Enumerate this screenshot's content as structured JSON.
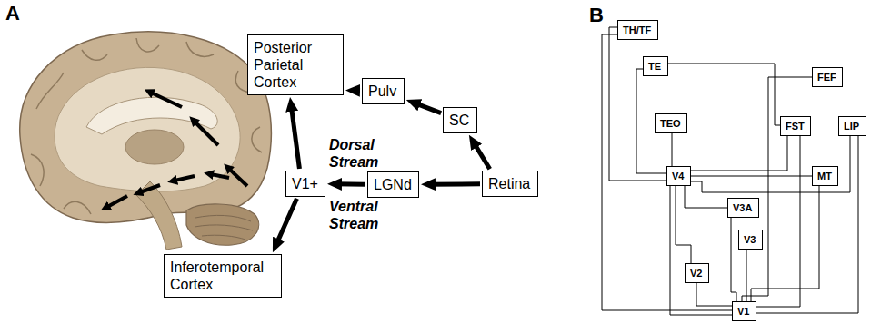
{
  "diagram": {
    "nodes": [
      {
        "text": [
          "Posterior Parietal Cortex"
        ]
      },
      {
        "text": [
          "Pulv"
        ]
      },
      {
        "text": [
          "SC"
        ]
      },
      {
        "text": [
          "V1+"
        ]
      },
      {
        "text": [
          "LGNd"
        ]
      },
      {
        "text": [
          "Retina"
        ]
      },
      {
        "text": [
          "Inferotemporal Cortex"
        ]
      },
      {
        "text": [
          "TH/TF"
        ]
      },
      {
        "text": [
          "TE"
        ]
      },
      {
        "text": [
          "FEF"
        ]
      },
      {
        "text": [
          "TEO"
        ]
      },
      {
        "text": [
          "FST"
        ]
      },
      {
        "text": [
          "LIP"
        ]
      },
      {
        "text": [
          "V4"
        ]
      },
      {
        "text": [
          "MT"
        ]
      },
      {
        "text": [
          "V3A"
        ]
      },
      {
        "text": [
          "V3"
        ]
      },
      {
        "text": [
          "V2"
        ]
      },
      {
        "text": [
          "V1"
        ]
      }
    ],
    "edges": [
      {
        "from": 5,
        "to": 4,
        "arrow": "to"
      },
      {
        "from": 4,
        "to": 3,
        "arrow": "to"
      },
      {
        "from": 5,
        "to": 2,
        "arrow": "to"
      },
      {
        "from": 2,
        "to": 1,
        "arrow": "to"
      },
      {
        "from": 1,
        "to": 0,
        "arrow": "to"
      },
      {
        "from": 3,
        "to": 0,
        "arrow": "to"
      },
      {
        "from": 3,
        "to": 6,
        "arrow": "to"
      },
      {
        "from": 7,
        "to": 13,
        "arrow": "none"
      },
      {
        "from": 7,
        "to": 18,
        "arrow": "none"
      },
      {
        "from": 8,
        "to": 13,
        "arrow": "none"
      },
      {
        "from": 10,
        "to": 13,
        "arrow": "none"
      },
      {
        "from": 8,
        "to": 11,
        "arrow": "none"
      },
      {
        "from": 13,
        "to": 15,
        "arrow": "none"
      },
      {
        "from": 13,
        "to": 17,
        "arrow": "none"
      },
      {
        "from": 13,
        "to": 14,
        "arrow": "none"
      },
      {
        "from": 13,
        "to": 11,
        "arrow": "none"
      },
      {
        "from": 13,
        "to": 12,
        "arrow": "none"
      },
      {
        "from": 17,
        "to": 18,
        "arrow": "none"
      },
      {
        "from": 16,
        "to": 18,
        "arrow": "none"
      },
      {
        "from": 15,
        "to": 18,
        "arrow": "none"
      },
      {
        "from": 14,
        "to": 18,
        "arrow": "none"
      },
      {
        "from": 11,
        "to": 18,
        "arrow": "none"
      },
      {
        "from": 12,
        "to": 18,
        "arrow": "none"
      },
      {
        "from": 9,
        "to": 18,
        "arrow": "none"
      },
      {
        "from": 13,
        "to": 18,
        "arrow": "none"
      }
    ],
    "labels": [
      "A",
      "Dorsal Stream",
      "Ventral Stream",
      "B"
    ]
  }
}
